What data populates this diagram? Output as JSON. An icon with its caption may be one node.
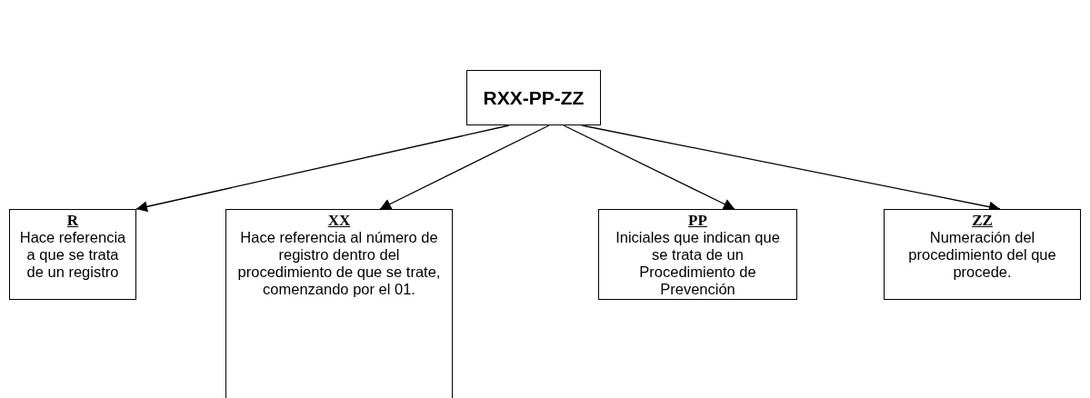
{
  "diagram": {
    "nodes": [
      {
        "text": [
          "RXX-PP-ZZ"
        ]
      },
      {
        "text": [
          "R",
          "Hace referencia a que se trata de un registro"
        ]
      },
      {
        "text": [
          "XX",
          "Hace referencia al número de registro dentro del procedimiento de que se trate, comenzando por el 01."
        ]
      },
      {
        "text": [
          "PP",
          "Iniciales que indican que se trata de un Procedimiento de Prevención"
        ]
      },
      {
        "text": [
          "ZZ",
          "Numeración del procedimiento del que procede."
        ]
      }
    ],
    "edges": [
      {
        "from": 0,
        "to": 1,
        "arrow": "to"
      },
      {
        "from": 0,
        "to": 2,
        "arrow": "to"
      },
      {
        "from": 0,
        "to": 3,
        "arrow": "to"
      },
      {
        "from": 0,
        "to": 4,
        "arrow": "to"
      }
    ]
  }
}
